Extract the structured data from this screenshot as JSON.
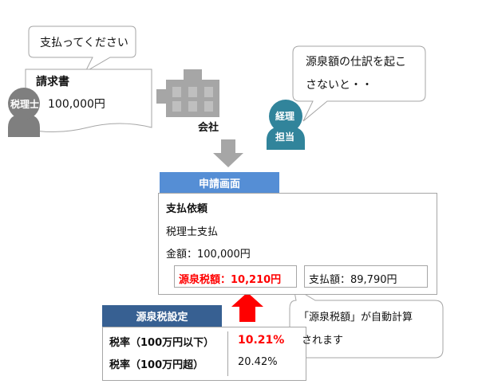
{
  "bubble_request": "支払ってください",
  "invoice": {
    "title": "請求書",
    "amount": "100,000円"
  },
  "tax_accountant_label": "税理士",
  "company_label": "会社",
  "accounting_label": [
    "経理",
    "担当"
  ],
  "bubble_accounting": [
    "源泉額の仕訳を起こ",
    "さないと・・"
  ],
  "application_screen": {
    "header": "申請画面",
    "title": "支払依頼",
    "payee": "税理士支払",
    "amount": "金額：100,000円",
    "withholding": "源泉税額：10,210円",
    "payment": "支払額：89,790円"
  },
  "withholding_settings": {
    "header": "源泉税設定",
    "rows": [
      {
        "label": "税率（100万円以下）",
        "value": "10.21%"
      },
      {
        "label": "税率（100万円超）",
        "value": "20.42%"
      }
    ]
  },
  "bubble_auto": [
    "「源泉税額」が自動計算",
    "されます"
  ],
  "colors": {
    "blue_header": "#558ed5",
    "navy_header": "#376092",
    "teal": "#31849b",
    "red": "#ff0000",
    "gray": "#a6a6a6"
  }
}
